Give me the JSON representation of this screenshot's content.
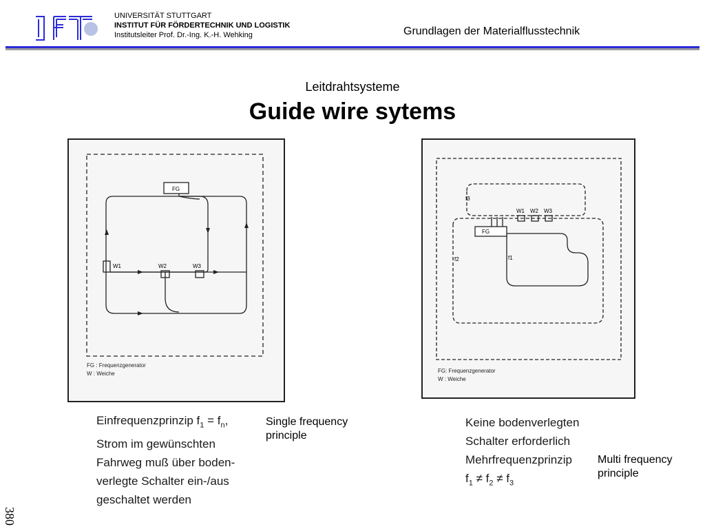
{
  "header": {
    "logo_icon": "ift-logo-icon",
    "university": "UNIVERSITÄT STUTTGART",
    "institute": "INSTITUT FÜR FÖRDERTECHNIK UND LOGISTIK",
    "director": "Institutsleiter Prof. Dr.-Ing. K.-H. Wehking",
    "course": "Grundlagen der Materialflusstechnik",
    "accent_color": "#2b2bd9"
  },
  "title": {
    "german": "Leitdrahtsysteme",
    "english": "Guide wire sytems"
  },
  "left_figure": {
    "labels": {
      "fg": "FG",
      "w1": "W1",
      "w2": "W2",
      "w3": "W3"
    },
    "legend": [
      "FG : Frequenzgenerator",
      "W : Weiche"
    ]
  },
  "right_figure": {
    "labels": {
      "fg": "FG",
      "w1": "W1",
      "w2": "W2",
      "w3": "W3",
      "f1": "f1",
      "f2": "f2",
      "f3": "f3"
    },
    "legend": [
      "FG: Frequenzgenerator",
      "W : Weiche"
    ]
  },
  "left_caption": {
    "line1_prefix": "Einfrequenzprinzip f",
    "line1_sub1": "1",
    "line1_mid": " = f",
    "line1_sub2": "n",
    "line1_suffix": ",",
    "line2": "Strom im gewünschten",
    "line3": "Fahrweg muß über boden-",
    "line4": "verlegte Schalter ein-/aus",
    "line5": "geschaltet werden"
  },
  "single_label": "Single frequency principle",
  "right_caption": {
    "line1": "Keine bodenverlegten",
    "line2": "Schalter erforderlich",
    "line3": "Mehrfrequenzprinzip",
    "formula_f": "f",
    "formula_s1": "1",
    "formula_op1": " ≠ ",
    "formula_s2": "2",
    "formula_op2": " ≠ ",
    "formula_s3": "3"
  },
  "multi_label": "Multi frequency principle",
  "page_number": "380"
}
